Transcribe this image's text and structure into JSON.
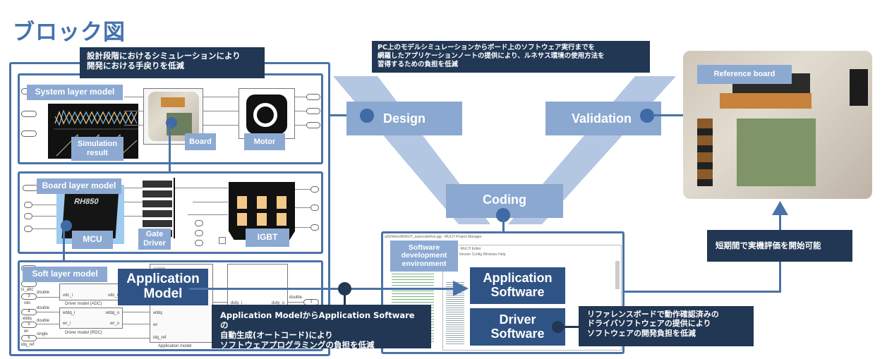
{
  "page_title": "ブロック図",
  "notes": {
    "design_note": "設計段階におけるシミュレーションにより\n開発における手戻りを低減",
    "appnote_note": "PC上のモデルシミュレーションからボード上のソフトウェア実行までを\n網羅したアプリケーションノートの提供により、ルネサス環境の使用方法を\n習得するための負担を低減",
    "autocode_note": "Application  ModelからApplication  Softwareの\n自動生成(オートコード)により\nソフトウェアプログラミングの負担を低減",
    "driver_note": "リファレンスボードで動作確認済みの\nドライバソフトウェアの提供により\nソフトウェアの開発負担を低減",
    "eval_note": "短期間で実機評価を開始可能"
  },
  "v_model": {
    "stages": [
      {
        "id": "design",
        "label": "Design"
      },
      {
        "id": "coding",
        "label": "Coding"
      },
      {
        "id": "validation",
        "label": "Validation"
      }
    ],
    "colors": {
      "band": "#b3c6e2",
      "stage": "#8aa8d0",
      "connector": "#4a72a8",
      "dot": "#3f6aa5",
      "note_bg": "#213754",
      "dark_label": "#2f5384"
    }
  },
  "layers": {
    "system": {
      "label": "System layer model",
      "sim_label": "Simulation\nresult",
      "board_label": "Board",
      "motor_label": "Motor"
    },
    "board": {
      "label": "Board layer model",
      "mcu_label": "MCU",
      "mcu_chip_text": "RH850",
      "gate_label": "Gate\nDriver",
      "igbt_label": "IGBT"
    },
    "soft": {
      "label": "Soft layer model",
      "app_model_label": "Application\nModel",
      "inputs": [
        {
          "num": "",
          "name": "ca",
          "type": "double"
        },
        {
          "num": "",
          "name": "is_abc",
          "type": ""
        },
        {
          "num": "3",
          "name": "vdc",
          "type": "double"
        },
        {
          "num": "4",
          "name": "wtdq",
          "type": "double"
        },
        {
          "num": "5",
          "name": "wr",
          "type": "double"
        },
        {
          "num": "6",
          "name": "idq_ref",
          "type": "single"
        }
      ],
      "adc_block": {
        "in": "vdc_i",
        "out": "vdc_o",
        "caption": "Driver model (ADC)"
      },
      "rdc_block": {
        "in1": "wtdq_i",
        "out1": "wtdq_o",
        "in2": "wr_i",
        "out2": "wr_o",
        "caption": "Driver model (RDC)"
      },
      "app_block": {
        "ports": [
          "carrier",
          "wtdq",
          "wr",
          "idq_ref"
        ],
        "caption": "Application model"
      },
      "pwm_block": {
        "in": "duty_i",
        "out": "duty_o"
      },
      "output_port": {
        "num": "1",
        "type": "double"
      },
      "signal_type_double": "double"
    }
  },
  "software_env": {
    "label": "Software\ndevelopment\nenvironment",
    "app_sw_label": "Application\nSoftware",
    "driver_sw_label": "Driver\nSoftware",
    "window_titles": [
      "a0GMotorMDKDT_autocodeRoo.gpj - MULTI Project Manager",
      "..._srcc - MULTI Editor"
    ],
    "editor_menu": "... Tools  Version  Config  Windows  Help"
  },
  "reference_board": {
    "label": "Reference board"
  }
}
